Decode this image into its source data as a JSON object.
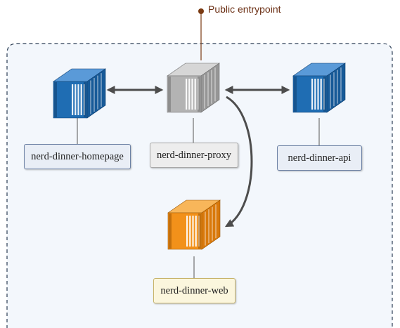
{
  "entrypoint": {
    "label": "Public entrypoint",
    "color": "#7a3a12"
  },
  "colors": {
    "blue_container": "#1f6db3",
    "gray_container": "#a9a9a9",
    "orange_container": "#f2911a",
    "zone_border": "#2c3e55",
    "zone_fill": "#f3f7fc",
    "arrow": "#4d4d4d"
  },
  "nodes": {
    "homepage": {
      "label": "nerd-dinner-homepage",
      "icon": "container-icon",
      "color": "blue"
    },
    "proxy": {
      "label": "nerd-dinner-proxy",
      "icon": "container-icon",
      "color": "gray"
    },
    "api": {
      "label": "nerd-dinner-api",
      "icon": "container-icon",
      "color": "blue"
    },
    "web": {
      "label": "nerd-dinner-web",
      "icon": "container-icon",
      "color": "orange"
    }
  },
  "edges": [
    {
      "from": "homepage",
      "to": "proxy",
      "direction": "both"
    },
    {
      "from": "proxy",
      "to": "api",
      "direction": "both"
    },
    {
      "from": "proxy",
      "to": "web",
      "direction": "one-way"
    }
  ]
}
